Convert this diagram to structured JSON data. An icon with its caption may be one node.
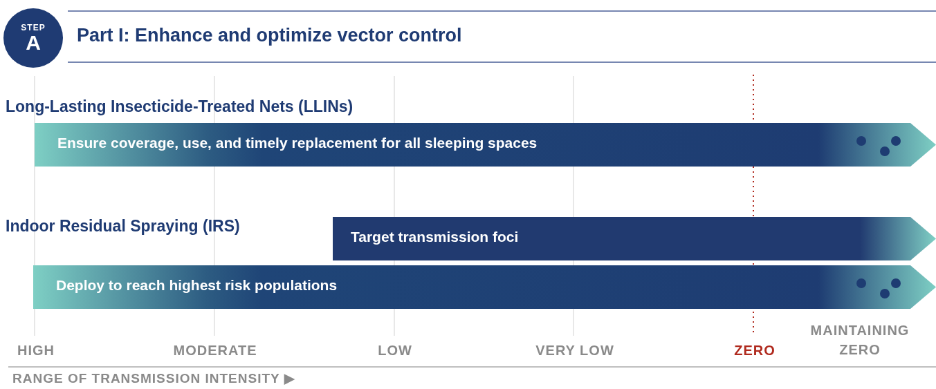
{
  "diagram": {
    "title": "Part I: Enhance and optimize vector control",
    "nodes": [
      {
        "text": [
          "STEP",
          "A"
        ]
      },
      {
        "text": [
          "Ensure coverage, use, and timely replacement for all sleeping spaces"
        ]
      },
      {
        "text": [
          "Target transmission foci"
        ]
      },
      {
        "text": [
          "Deploy to reach highest risk populations"
        ]
      }
    ],
    "labels": [
      "Long-Lasting Insecticide-Treated Nets (LLINs)",
      "Indoor Residual Spraying (IRS)",
      "HIGH",
      "MODERATE",
      "LOW",
      "VERY LOW",
      "ZERO",
      "MAINTAINING ZERO",
      "RANGE OF TRANSMISSION INTENSITY ▶"
    ]
  }
}
